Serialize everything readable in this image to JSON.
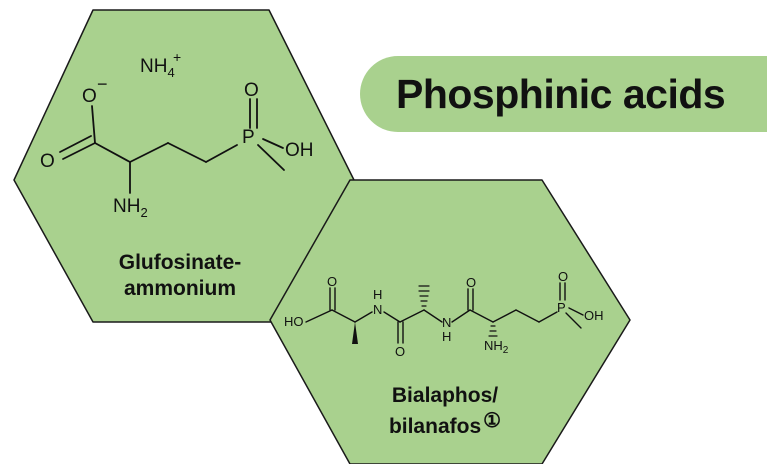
{
  "title": "Phosphinic acids",
  "colors": {
    "hex_fill": "#a9d18e",
    "hex_stroke": "#1a1a1a",
    "pill_fill": "#a9d18e",
    "bond": "#111111"
  },
  "compounds": [
    {
      "name_line1": "Glufosinate-",
      "name_line2": "ammonium",
      "atoms": {
        "ammonium": "NH",
        "ammonium_sub": "4",
        "ammonium_sup": "+",
        "oxide": "O",
        "charge": "−",
        "carbonyl": "O",
        "phosphoryl": "O",
        "phosphorus": "P",
        "hydroxyl": "OH",
        "amine": "NH",
        "amine_sub": "2"
      }
    },
    {
      "name_line1": "Bialaphos/",
      "name_line2": "bilanafos",
      "footnote_marker": "①",
      "atoms": {
        "acid_o": "O",
        "acid_oh": "HO",
        "nh1": "N",
        "nh1_h": "H",
        "o2": "O",
        "nh2": "N",
        "nh2_h": "H",
        "o3": "O",
        "amine": "NH",
        "amine_sub": "2",
        "phosphoryl": "O",
        "phosphorus": "P",
        "hydroxyl": "OH"
      }
    }
  ]
}
